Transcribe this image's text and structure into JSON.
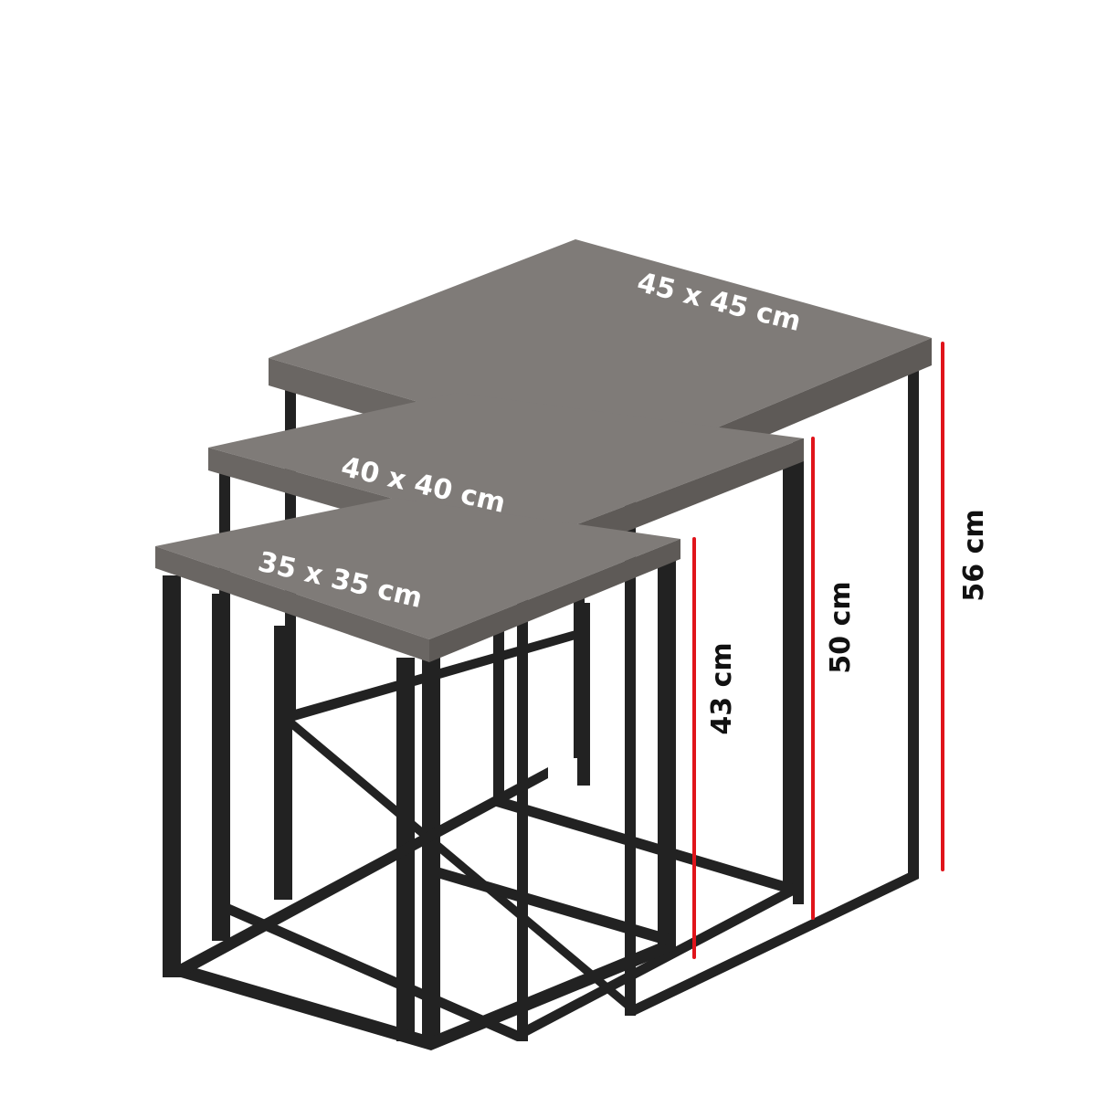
{
  "colors": {
    "background": "#ffffff",
    "tabletop": "#7f7b78",
    "tabletop_edge": "#6a6663",
    "frame": "#222222",
    "measure_line": "#e0141b",
    "top_label_text": "#ffffff",
    "height_label_text": "#111111"
  },
  "tables": {
    "large": {
      "top_size": "45 x 45 cm",
      "height": "56 cm"
    },
    "medium": {
      "top_size": "40 x 40 cm",
      "height": "50 cm"
    },
    "small": {
      "top_size": "35 x 35 cm",
      "height": "43 cm"
    }
  }
}
